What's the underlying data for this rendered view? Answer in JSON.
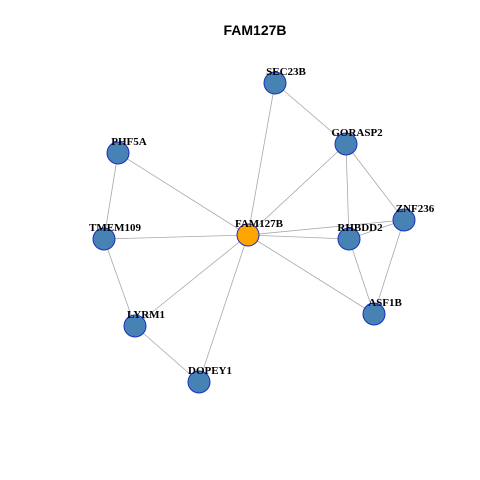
{
  "title": "FAM127B",
  "colors": {
    "hub": "#FFA500",
    "node": "#4682B4",
    "node_border": "#1A2FBF",
    "edge": "#A8A8A8"
  },
  "nodes": [
    {
      "id": "FAM127B",
      "label": "FAM127B",
      "hub": true
    },
    {
      "id": "SEC23B",
      "label": "SEC23B"
    },
    {
      "id": "GORASP2",
      "label": "GORASP2"
    },
    {
      "id": "PHF5A",
      "label": "PHF5A"
    },
    {
      "id": "ZNF236",
      "label": "ZNF236"
    },
    {
      "id": "RHBDD2",
      "label": "RHBDD2"
    },
    {
      "id": "TMEM109",
      "label": "TMEM109"
    },
    {
      "id": "ASF1B",
      "label": "ASF1B"
    },
    {
      "id": "LYRM1",
      "label": "LYRM1"
    },
    {
      "id": "DOPEY1",
      "label": "DOPEY1"
    }
  ],
  "edges": [
    [
      "FAM127B",
      "SEC23B"
    ],
    [
      "FAM127B",
      "GORASP2"
    ],
    [
      "FAM127B",
      "PHF5A"
    ],
    [
      "FAM127B",
      "ZNF236"
    ],
    [
      "FAM127B",
      "RHBDD2"
    ],
    [
      "FAM127B",
      "TMEM109"
    ],
    [
      "FAM127B",
      "ASF1B"
    ],
    [
      "FAM127B",
      "LYRM1"
    ],
    [
      "FAM127B",
      "DOPEY1"
    ],
    [
      "SEC23B",
      "GORASP2"
    ],
    [
      "GORASP2",
      "RHBDD2"
    ],
    [
      "GORASP2",
      "ZNF236"
    ],
    [
      "PHF5A",
      "TMEM109"
    ],
    [
      "TMEM109",
      "LYRM1"
    ],
    [
      "LYRM1",
      "DOPEY1"
    ],
    [
      "RHBDD2",
      "ZNF236"
    ],
    [
      "RHBDD2",
      "ASF1B"
    ],
    [
      "ZNF236",
      "ASF1B"
    ]
  ]
}
